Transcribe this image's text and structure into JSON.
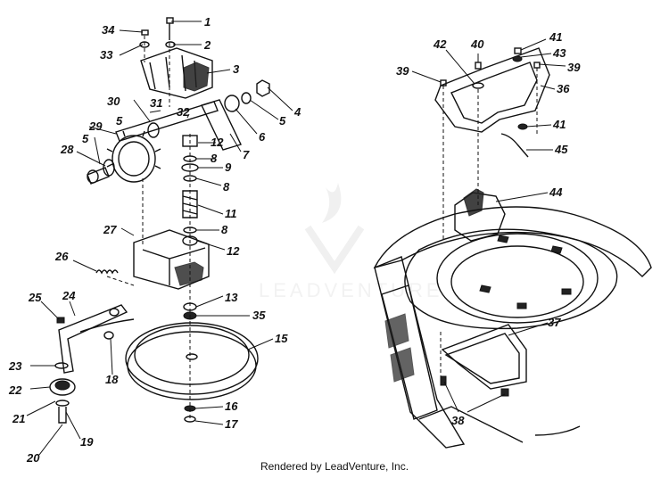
{
  "footer": "Rendered by LeadVenture, Inc.",
  "watermark": "LEADVENTURE",
  "callouts": [
    "1",
    "2",
    "3",
    "4",
    "5",
    "5",
    "6",
    "7",
    "8",
    "8",
    "8",
    "9",
    "11",
    "12",
    "12",
    "13",
    "15",
    "16",
    "17",
    "18",
    "19",
    "20",
    "21",
    "22",
    "23",
    "24",
    "25",
    "26",
    "27",
    "28",
    "29",
    "30",
    "31",
    "32",
    "33",
    "34",
    "35",
    "36",
    "37",
    "38",
    "39",
    "39",
    "40",
    "41",
    "41",
    "42",
    "43",
    "44",
    "45"
  ]
}
